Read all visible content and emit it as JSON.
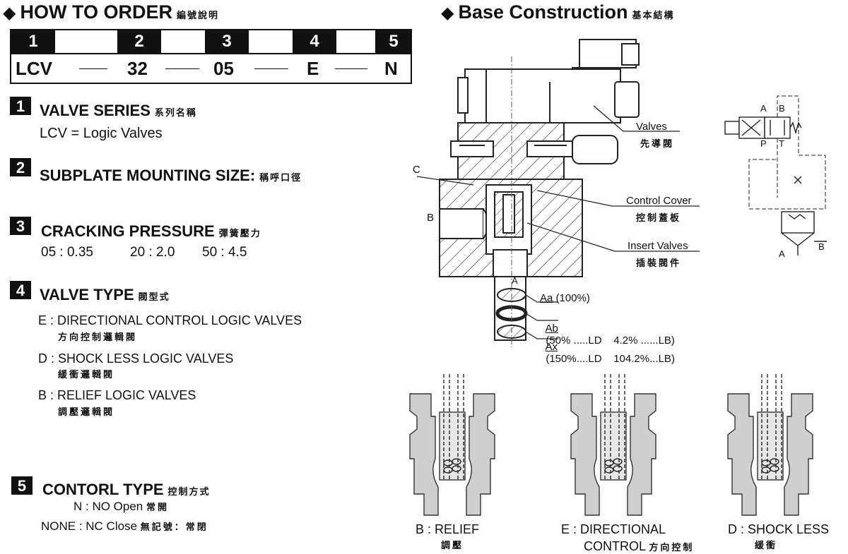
{
  "order": {
    "header": {
      "diamond": "◆",
      "title": "HOW TO  ORDER",
      "title_cn": "編號說明"
    },
    "positions": [
      "1",
      "2",
      "3",
      "4",
      "5"
    ],
    "codes": [
      "LCV",
      "32",
      "05",
      "E",
      "N"
    ]
  },
  "sections": {
    "s1": {
      "num": "1",
      "title": "VALVE SERIES",
      "title_cn": "系列名稱",
      "text": "LCV = Logic Valves"
    },
    "s2": {
      "num": "2",
      "title": "SUBPLATE MOUNTING SIZE:",
      "title_cn": "稱呼口徑"
    },
    "s3": {
      "num": "3",
      "title": "CRACKING PRESSURE",
      "title_cn": "彈簧壓力",
      "values": [
        "05 : 0.35",
        "20 : 2.0",
        "50 : 4.5"
      ]
    },
    "s4": {
      "num": "4",
      "title": "VALVE TYPE",
      "title_cn": "閥型式",
      "options": [
        {
          "label": "E : DIRECTIONAL CONTROL LOGIC VALVES",
          "cn": "方向控制邏輯閥"
        },
        {
          "label": "D : SHOCK LESS LOGIC VALVES",
          "cn": "緩衝邏輯閥"
        },
        {
          "label": "B : RELIEF LOGIC VALVES",
          "cn": "調壓邏輯閥"
        }
      ]
    },
    "s5": {
      "num": "5",
      "title": "CONTORL TYPE",
      "title_cn": "控制方式",
      "lines": [
        {
          "label": "N : NO Open",
          "cn": "常開"
        },
        {
          "label": "NONE : NC Close",
          "cn": "無記號：常閉"
        }
      ]
    }
  },
  "construction": {
    "header": {
      "diamond": "◆",
      "title": "Base Construction",
      "title_cn": "基本結構"
    },
    "labels": {
      "valves": "Valves",
      "valves_cn": "先導閥",
      "control_cover": "Control Cover",
      "control_cover_cn": "控制蓋板",
      "insert_valves": "Insert Valves",
      "insert_valves_cn": "插裝閥件",
      "c": "C",
      "b": "B",
      "a": "A"
    },
    "areas": [
      {
        "name": "Aa",
        "text": "(100%)"
      },
      {
        "name": "Ab",
        "text": "(50% .....LD    4.2% ......LB)"
      },
      {
        "name": "Ax",
        "text": "(150%....LD    104.2%...LB)"
      }
    ],
    "symbol": {
      "a": "A",
      "b": "B",
      "p": "P",
      "t": "T",
      "a2": "A",
      "b2": "B"
    }
  },
  "inserts": [
    {
      "label": "B : RELIEF",
      "cn": "調壓"
    },
    {
      "label": "E : DIRECTIONAL",
      "label2": "CONTROL",
      "cn": "方向控制"
    },
    {
      "label": "D : SHOCK LESS",
      "cn": "緩衝"
    }
  ]
}
